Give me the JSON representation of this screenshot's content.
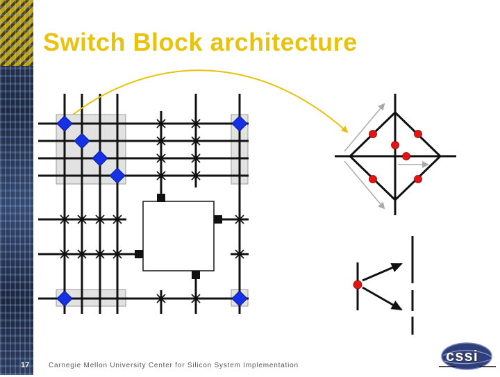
{
  "slide": {
    "title": "Switch Block architecture",
    "number": "17",
    "footer": "Carnegie Mellon University Center for Silicon System Implementation",
    "logo_text": "cssi"
  },
  "colors": {
    "title": "#e8c20c",
    "switch_diamond": "#1531e6",
    "dot": "#e31414",
    "arc": "#e8c20c",
    "wire": "#111111",
    "gray_arrow": "#aaaaaa",
    "shaded_block": "#e2e2e2"
  },
  "icons": [
    "diamond-switch-icon",
    "x-crosspoint-icon",
    "square-pin-icon",
    "red-dot-icon",
    "arrow-icon"
  ]
}
